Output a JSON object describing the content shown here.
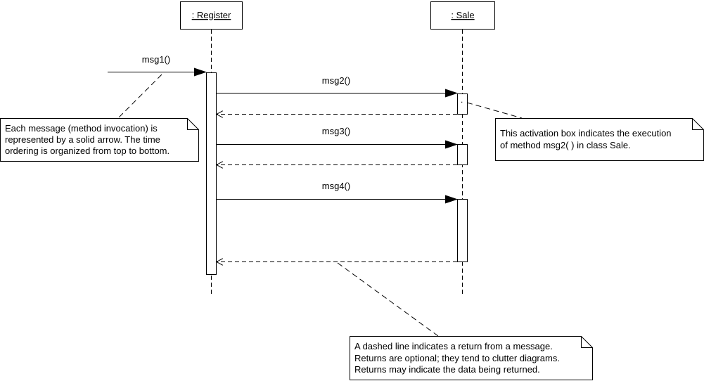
{
  "participants": {
    "register": {
      "label": ": Register"
    },
    "sale": {
      "label": ": Sale"
    }
  },
  "messages": {
    "msg1": {
      "label": "msg1()"
    },
    "msg2": {
      "label": "msg2()"
    },
    "msg3": {
      "label": "msg3()"
    },
    "msg4": {
      "label": "msg4()"
    }
  },
  "activation_dot": ".",
  "notes": {
    "message": {
      "lines": [
        "Each message (method invocation) is",
        "represented by a solid arrow.  The time",
        "ordering is organized from top to bottom."
      ]
    },
    "activation": {
      "lines": [
        "This activation box indicates the execution",
        "of method msg2( ) in class Sale."
      ]
    },
    "return": {
      "lines": [
        "A dashed line indicates a return from a message.",
        "Returns are optional; they tend to clutter diagrams.",
        "Returns may indicate the data being returned."
      ]
    }
  }
}
